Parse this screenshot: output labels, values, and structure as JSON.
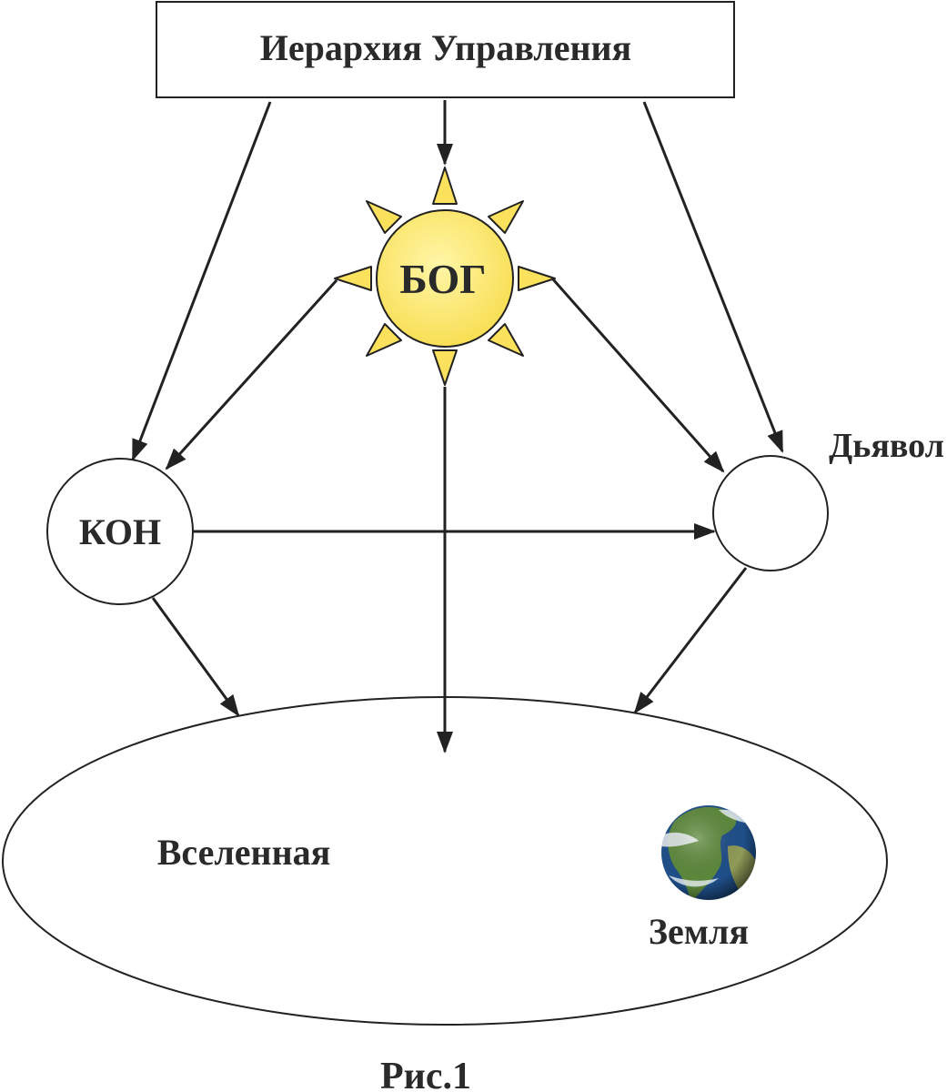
{
  "diagram": {
    "title": "Иерархия Управления",
    "god_label": "БОГ",
    "kon_label": "КОН",
    "devil_label": "Дьявол",
    "universe_label": "Вселенная",
    "earth_label": "Земля",
    "caption": "Рис.1"
  },
  "colors": {
    "line": "#222222",
    "sun_fill": "#fde96e",
    "sun_ray_fill": "#fbe15c",
    "text": "#2a2a2a",
    "earth_ocean": "#1f4f8a",
    "earth_land": "#5e8a3c",
    "earth_cloud": "#e9eef2"
  },
  "icons": {
    "sun": "sun-icon",
    "earth": "earth-globe-icon"
  }
}
